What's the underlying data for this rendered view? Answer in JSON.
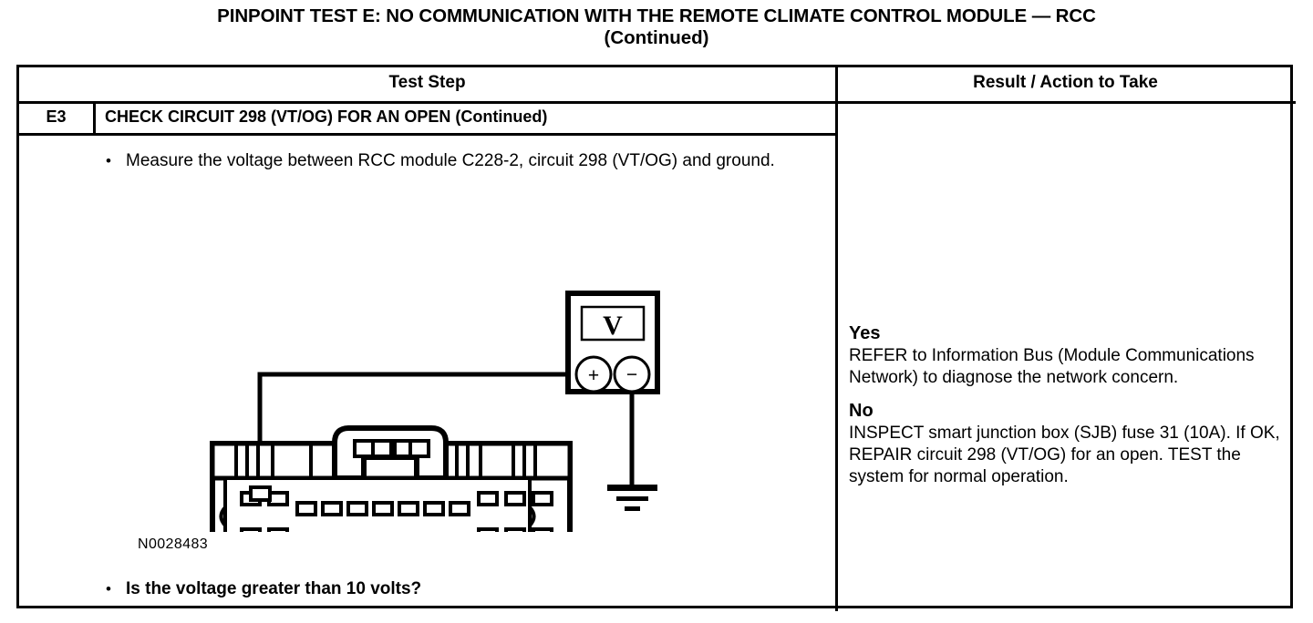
{
  "title": {
    "line1": "PINPOINT TEST E: NO COMMUNICATION WITH THE REMOTE CLIMATE CONTROL MODULE — RCC",
    "line2": "(Continued)"
  },
  "table": {
    "headers": {
      "test_step": "Test Step",
      "result_action": "Result / Action to Take"
    },
    "step": {
      "id": "E3",
      "title": "CHECK CIRCUIT 298 (VT/OG) FOR AN OPEN (Continued)"
    },
    "instructions": [
      "Measure the voltage between RCC module C228-2, circuit 298 (VT/OG) and ground."
    ],
    "question": "Is the voltage greater than 10 volts?",
    "bullet_glyph": "•",
    "figure_reference": "N0028483",
    "results": [
      {
        "answer": "Yes",
        "action": "REFER to Information Bus (Module Communications Network) to diagnose the network concern."
      },
      {
        "answer": "No",
        "action": "INSPECT smart junction box (SJB) fuse 31 (10A). If OK, REPAIR circuit 298 (VT/OG) for an open. TEST the system for normal operation."
      }
    ]
  },
  "diagram": {
    "meter_display_symbol": "V",
    "positive_terminal_symbol": "+",
    "negative_terminal_symbol": "−",
    "ink_color": "#000000",
    "paper_color": "#ffffff"
  }
}
